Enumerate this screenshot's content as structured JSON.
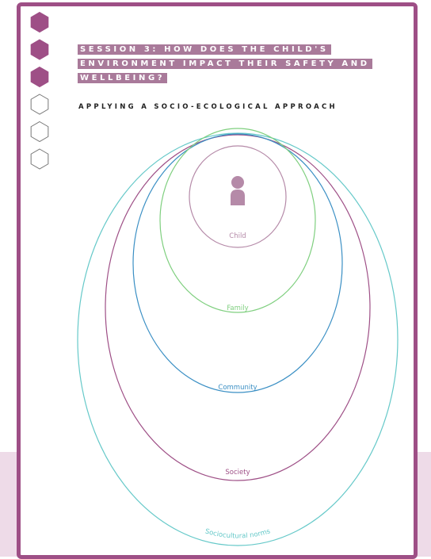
{
  "session": {
    "title_lines": [
      "SESSION 3: HOW DOES THE CHILD'S",
      "ENVIRONMENT IMPACT THEIR SAFETY AND",
      "WELLBEING?"
    ],
    "subtitle": "APPLYING A SOCIO-ECOLOGICAL APPROACH"
  },
  "progress": {
    "completed": 3,
    "total": 6,
    "filled_color": "#9e4f86",
    "empty_stroke": "#777777"
  },
  "model": {
    "layers": [
      {
        "label": "Child",
        "color": "#b58aa8"
      },
      {
        "label": "Family",
        "color": "#7fcf7f"
      },
      {
        "label": "Community",
        "color": "#3a8fc4"
      },
      {
        "label": "Society",
        "color": "#9e4f86"
      },
      {
        "label": "Sociocultural norms",
        "color": "#66c9c9"
      }
    ],
    "person_icon": "person-icon",
    "person_color": "#b58aa8"
  },
  "colors": {
    "frame": "#9e4f86",
    "title_bg": "#a97a9a",
    "background_band": "#eedbe8"
  }
}
